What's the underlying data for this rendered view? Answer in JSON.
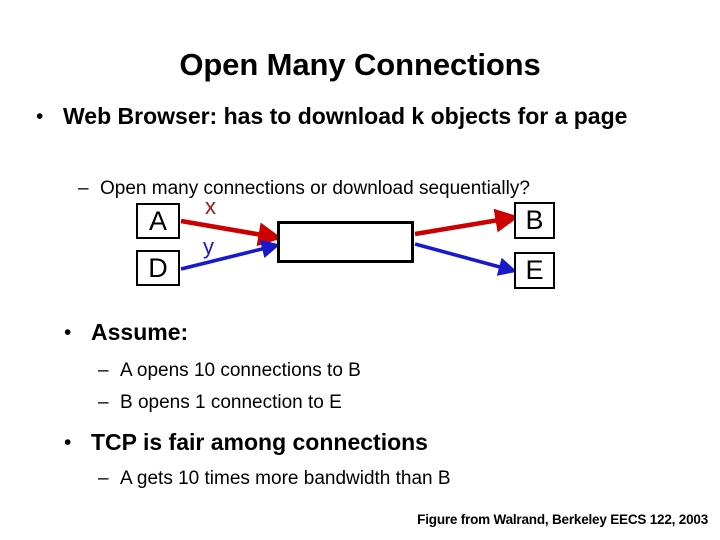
{
  "slide": {
    "title": "Open Many Connections",
    "bullets": [
      {
        "level": 1,
        "marker": "•",
        "text": "Web Browser: has to download k objects for a page"
      },
      {
        "level": 2,
        "marker": "–",
        "text": "Open many connections or download sequentially?"
      },
      {
        "level": 1,
        "marker": "•",
        "text": "Assume:"
      },
      {
        "level": 2,
        "marker": "–",
        "text": "A opens 10 connections to B"
      },
      {
        "level": 2,
        "marker": "–",
        "text": "B opens 1 connection to E"
      },
      {
        "level": 1,
        "marker": "•",
        "text": "TCP is fair among connections"
      },
      {
        "level": 2,
        "marker": "–",
        "text": "A gets 10 times more bandwidth than B"
      }
    ],
    "footer": "Figure from Walrand, Berkeley EECS 122, 2003"
  },
  "diagram": {
    "nodes": {
      "a": "A",
      "d": "D",
      "b": "B",
      "e": "E",
      "link": ""
    },
    "flow_labels": {
      "x": "x",
      "y": "y"
    },
    "colors": {
      "flow_x": "#CC0000",
      "flow_y": "#1818CD",
      "label_x": "#9E1B1B",
      "label_y": "#1818CD",
      "box_border": "#000000",
      "background": "#FFFFFF",
      "text": "#000000"
    }
  }
}
